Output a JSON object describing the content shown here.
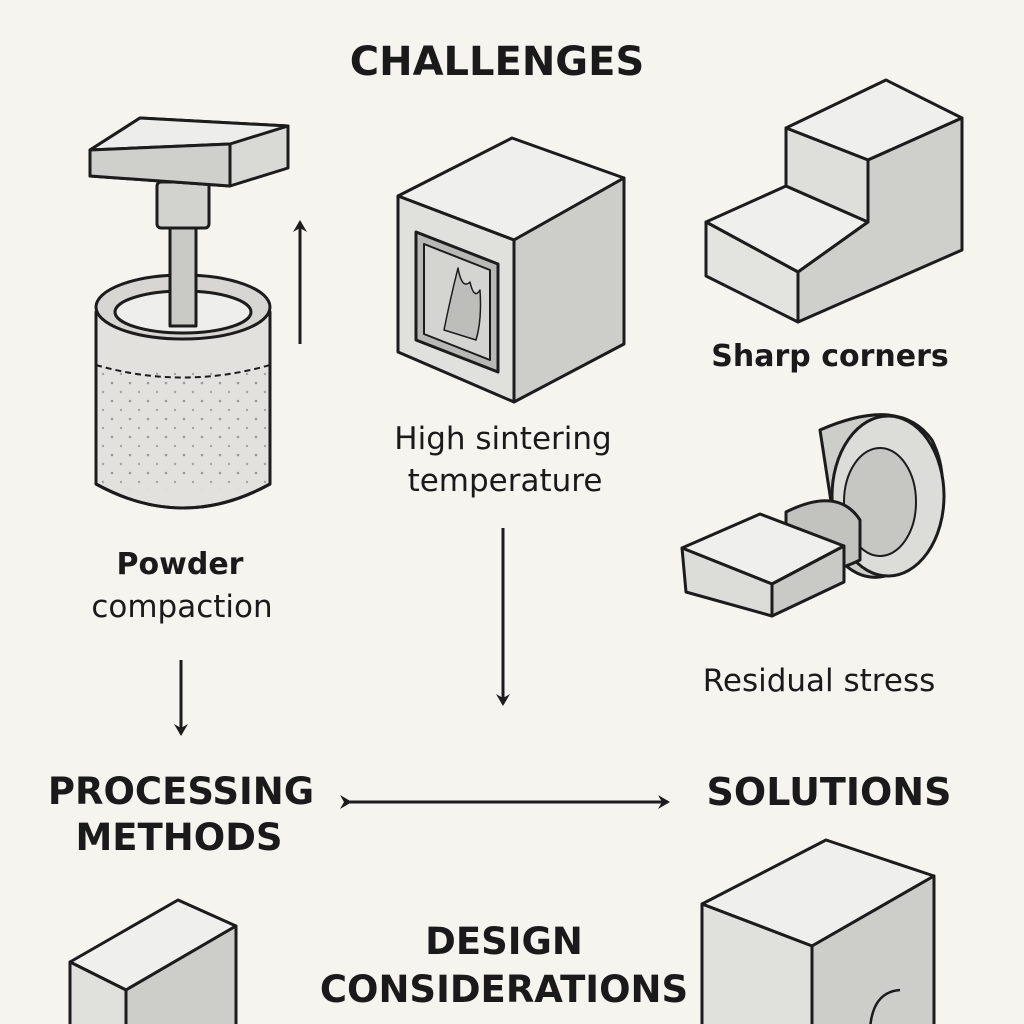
{
  "headings": {
    "challenges": "CHALLENGES",
    "processing_line1": "PROCESSING",
    "processing_line2": "METHODS",
    "solutions": "SOLUTIONS",
    "design_line1": "DESIGN",
    "design_line2": "CONSIDERATIONS"
  },
  "captions": {
    "powder_line1": "Powder",
    "powder_line2": "compaction",
    "sintering_line1": "High sintering",
    "sintering_line2": "temperature",
    "sharp_corners": "Sharp corners",
    "residual_stress": "Residual stress"
  },
  "colors": {
    "background": "#f6f4ef",
    "ink": "#1c1c1c",
    "light_face": "#f1f1ef",
    "mid_face": "#d6d6d3",
    "dark_face": "#b9b9b6"
  }
}
